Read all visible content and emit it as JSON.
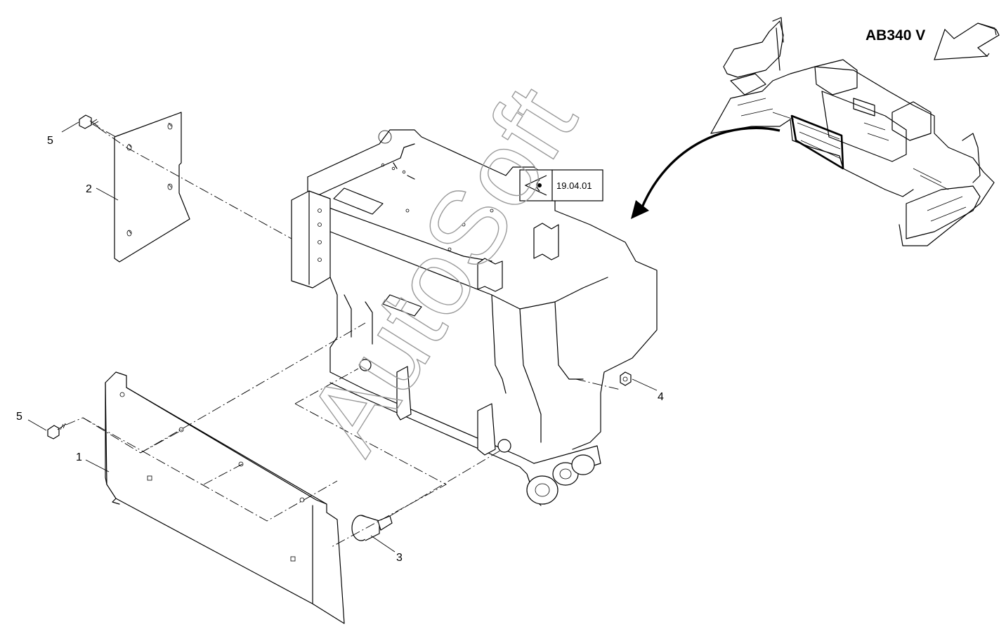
{
  "header": {
    "model_label": "AB340 V"
  },
  "reference_box": {
    "code": "19.04.01",
    "icon": "eye-icon"
  },
  "callouts": {
    "c1": "1",
    "c2": "2",
    "c3": "3",
    "c4": "4",
    "c5a": "5",
    "c5b": "5"
  },
  "watermark": {
    "text": "AutoSoft",
    "color": "#9a9a9a"
  },
  "icons": {
    "direction_arrow": "hollow-arrow-icon",
    "view_arrow": "curved-arrow-icon"
  }
}
